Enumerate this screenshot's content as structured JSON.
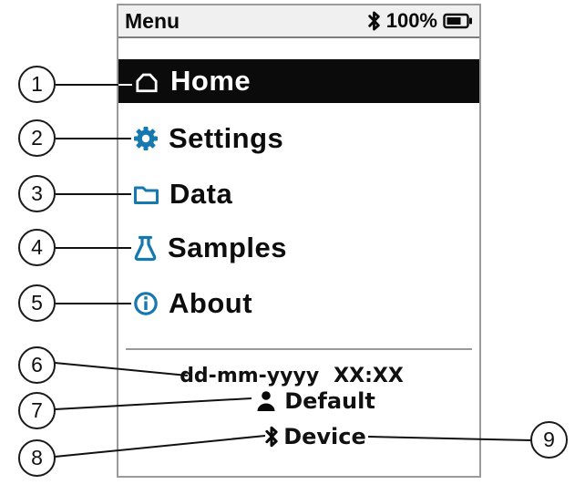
{
  "status": {
    "title": "Menu",
    "battery": "100%"
  },
  "menu": {
    "items": [
      {
        "label": "Home",
        "icon": "home-icon",
        "selected": true
      },
      {
        "label": "Settings",
        "icon": "gear-icon",
        "selected": false
      },
      {
        "label": "Data",
        "icon": "folder-icon",
        "selected": false
      },
      {
        "label": "Samples",
        "icon": "flask-icon",
        "selected": false
      },
      {
        "label": "About",
        "icon": "info-icon",
        "selected": false
      }
    ]
  },
  "footer": {
    "date": "dd-mm-yyyy",
    "time": "XX:XX",
    "operator": "Default",
    "device": "Device"
  },
  "callouts": [
    "1",
    "2",
    "3",
    "4",
    "5",
    "6",
    "7",
    "8",
    "9"
  ],
  "colors": {
    "accent": "#1579af",
    "selected_bg": "#0b0b0b",
    "screen_border": "#9a9a9a"
  }
}
